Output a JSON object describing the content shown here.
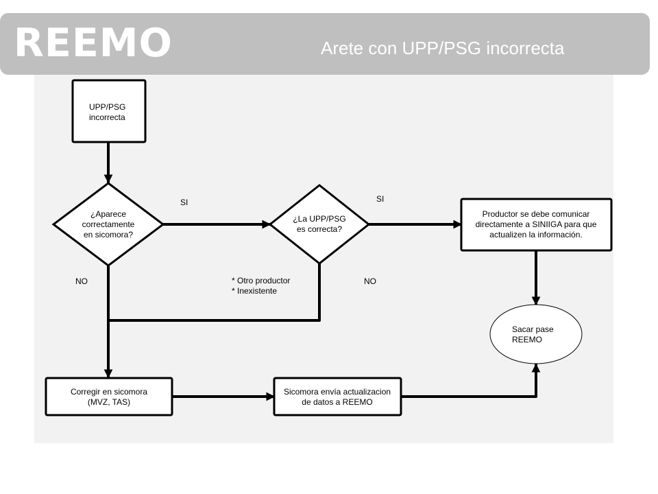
{
  "header": {
    "brand": "REEMO",
    "subtitle": "Arete con UPP/PSG incorrecta"
  },
  "diagram": {
    "start_box": [
      "UPP/PSG",
      "incorrecta"
    ],
    "decision1": [
      "¿Aparece",
      "correctamente",
      "en sicomora?"
    ],
    "decision2": [
      "¿La UPP/PSG",
      "es correcta?"
    ],
    "productor_box": [
      "Productor se debe comunicar",
      "directamente a SINIIGA para que",
      "actualizen la información."
    ],
    "end_ellipse": [
      "Sacar pase",
      "REEMO"
    ],
    "corregir_box": [
      "Corregir en sicomora",
      "(MVZ, TAS)"
    ],
    "sicomora_box": [
      "Sicomora envía actualizacion",
      "de datos a REEMO"
    ],
    "label_si_1": "SI",
    "label_si_2": "SI",
    "label_no_1": "NO",
    "label_no_2": "NO",
    "note": [
      "* Otro productor",
      "* Inexistente"
    ]
  }
}
